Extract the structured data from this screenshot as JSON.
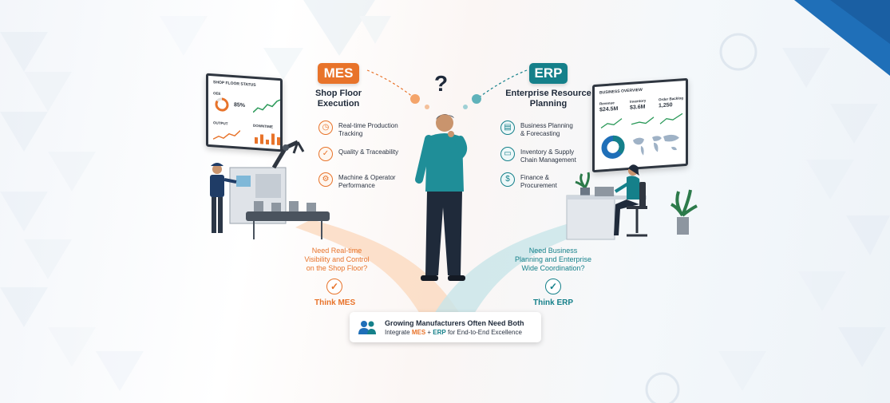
{
  "colors": {
    "mes_orange": "#e8732a",
    "erp_teal": "#15808a",
    "corner_blue": "#1f6fb8"
  },
  "mes": {
    "badge": "MES",
    "title_line1": "Shop Floor",
    "title_line2": "Execution",
    "features": [
      {
        "icon": "clock-icon",
        "line1": "Real-time Production",
        "line2": "Tracking"
      },
      {
        "icon": "check-shield-icon",
        "line1": "Quality & Traceability",
        "line2": ""
      },
      {
        "icon": "gear-icon",
        "line1": "Machine & Operator",
        "line2": "Performance"
      }
    ],
    "question_line1": "Need Real-time",
    "question_line2": "Visibility and Control",
    "question_line3": "on the Shop Floor?",
    "think": "Think MES"
  },
  "erp": {
    "badge": "ERP",
    "title_line1": "Enterprise Resource",
    "title_line2": "Planning",
    "features": [
      {
        "icon": "bar-chart-icon",
        "line1": "Business Planning",
        "line2": "& Forecasting"
      },
      {
        "icon": "box-icon",
        "line1": "Inventory & Supply",
        "line2": "Chain Management"
      },
      {
        "icon": "dollar-icon",
        "line1": "Finance &",
        "line2": "Procurement"
      }
    ],
    "question_line1": "Need Business",
    "question_line2": "Planning and Enterprise",
    "question_line3": "Wide Coordination?",
    "think": "Think ERP"
  },
  "question_mark": "?",
  "shop_monitor": {
    "title": "SHOP FLOOR STATUS",
    "oee_label": "OEE",
    "oee_value": "85%",
    "output_label": "OUTPUT",
    "downtime_label": "DOWNTIME"
  },
  "business_monitor": {
    "title": "BUSINESS OVERVIEW",
    "revenue_label": "Revenue",
    "revenue_value": "$24.5M",
    "inventory_label": "Inventory",
    "inventory_value": "$3.6M",
    "orders_label": "Order Backlog",
    "orders_value": "1,250"
  },
  "callout": {
    "title": "Growing Manufacturers Often Need Both",
    "prefix": "Integrate ",
    "mes": "MES",
    "plus": " + ",
    "erp": "ERP",
    "suffix": " for End-to-End Excellence"
  }
}
